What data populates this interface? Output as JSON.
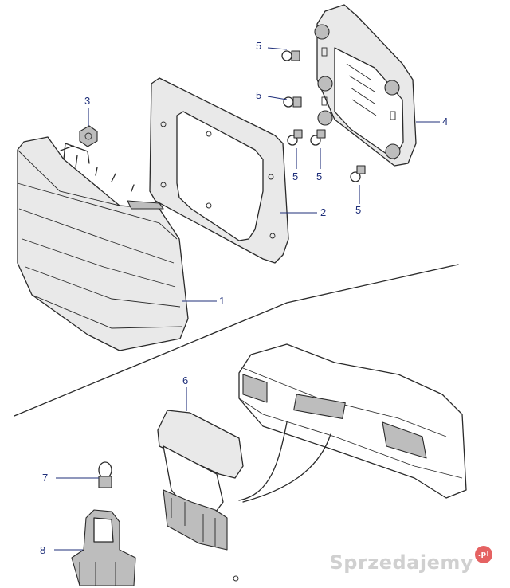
{
  "callouts": {
    "c1": "1",
    "c2": "2",
    "c3": "3",
    "c4": "4",
    "c5a": "5",
    "c5b": "5",
    "c5c": "5",
    "c5d": "5",
    "c5e": "5",
    "c6": "6",
    "c7": "7",
    "c8": "8"
  },
  "watermark": {
    "brand": "Sprzedajemy",
    "suffix": ".pl"
  },
  "colors": {
    "callout": "#1f2f7a",
    "line": "#2a2a2a",
    "watermark_badge": "#e14646"
  }
}
